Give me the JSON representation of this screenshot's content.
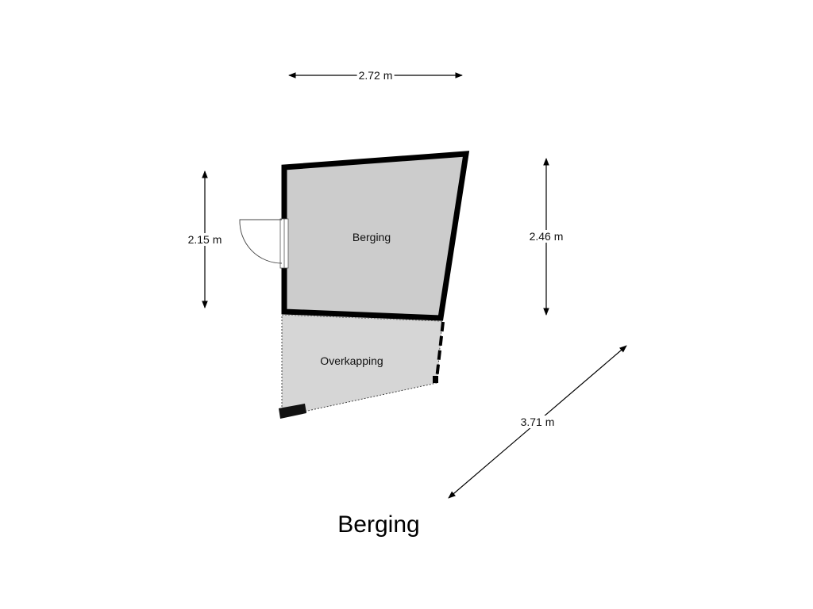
{
  "plan": {
    "title": "Berging",
    "rooms": [
      {
        "name": "Berging"
      },
      {
        "name": "Overkapping"
      }
    ],
    "dimensions": {
      "top": "2.72 m",
      "left": "2.15 m",
      "right": "2.46 m",
      "diagonal": "3.71 m"
    }
  },
  "colors": {
    "wall": "#000000",
    "room_fill": "#cccccc",
    "covered_fill": "#d6d6d6"
  }
}
